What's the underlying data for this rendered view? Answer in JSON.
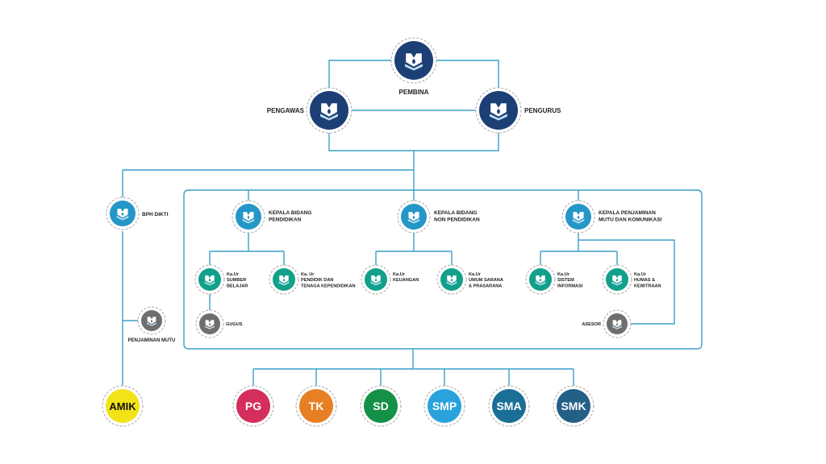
{
  "colors": {
    "navy": "#1c3f75",
    "blue": "#2596c8",
    "teal": "#12a08a",
    "gray": "#6e6e6e",
    "connector": "#3a9fc9",
    "amik": "#f2e318",
    "pg": "#d42e5c",
    "tk": "#e78025",
    "sd": "#149147",
    "smp": "#2aa3dc",
    "sma": "#1b6f96",
    "smk": "#245f86"
  },
  "icon": "yayasan-logo-icon",
  "nodes": {
    "pembina": {
      "label": "PEMBINA"
    },
    "pengawas": {
      "label": "PENGAWAS"
    },
    "pengurus": {
      "label": "PENGURUS"
    },
    "bph_dikti": {
      "label": "BPH DIKTI"
    },
    "penjaminan_mutu": {
      "label": "PENJAMINAN MUTU"
    },
    "kabid_pendidikan": {
      "lines": [
        "KEPALA BIDANG",
        "PENDIDIKAN"
      ]
    },
    "kabid_non_pendidikan": {
      "lines": [
        "KEPALA BIDANG",
        "NON PENDIDIKAN"
      ]
    },
    "kepala_penjaminan": {
      "lines": [
        "KEPALA PENJAMINAN",
        "MUTU DAN KOMUNIKASI"
      ]
    },
    "kaur_sumber_belajar": {
      "lines": [
        "Ka.Ur",
        "SUMBER",
        "BELAJAR"
      ]
    },
    "kaur_pendidik": {
      "lines": [
        "Ka. Ur",
        "PENDIDIK DAN",
        "TENAGA KEPENDIDIKAN"
      ]
    },
    "kaur_keuangan": {
      "lines": [
        "Ka.Ur",
        "KEUANGAN"
      ]
    },
    "kaur_umum": {
      "lines": [
        "Ka.Ur",
        "UMUM SARANA",
        "& PRASARANA"
      ]
    },
    "kaur_sistem": {
      "lines": [
        "Ka.Ur",
        "SISTEM",
        "INFORMASI"
      ]
    },
    "kaur_humas": {
      "lines": [
        "Ka.Ur",
        "HUMAS &",
        "KEMITRAAN"
      ]
    },
    "gugus": {
      "label": "GUGUS"
    },
    "asesor": {
      "label": "ASESOR"
    }
  },
  "units": [
    {
      "key": "amik",
      "label": "AMIK"
    },
    {
      "key": "pg",
      "label": "PG"
    },
    {
      "key": "tk",
      "label": "TK"
    },
    {
      "key": "sd",
      "label": "SD"
    },
    {
      "key": "smp",
      "label": "SMP"
    },
    {
      "key": "sma",
      "label": "SMA"
    },
    {
      "key": "smk",
      "label": "SMK"
    }
  ]
}
